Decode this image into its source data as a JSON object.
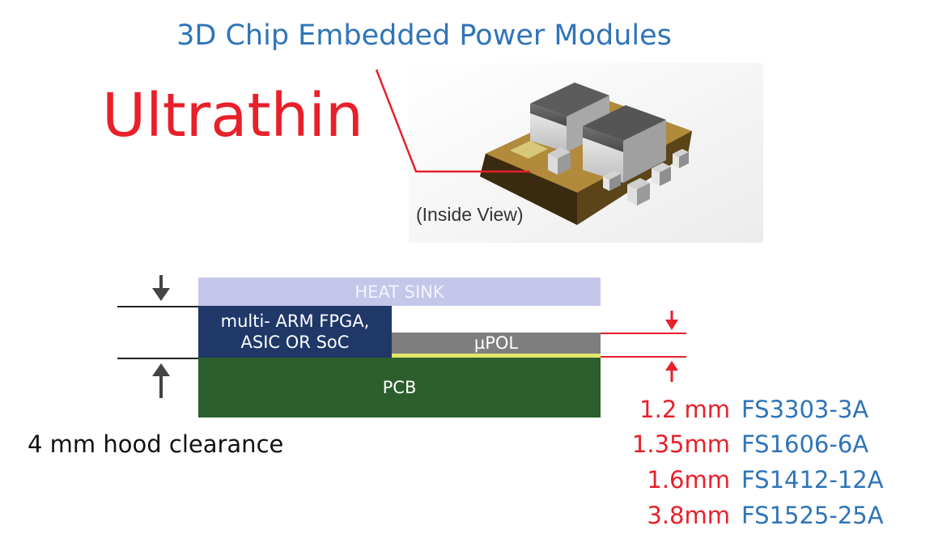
{
  "title": "3D Chip Embedded Power Modules",
  "headline": "Ultrathin",
  "photo": {
    "caption": "(Inside View)"
  },
  "stack": {
    "heat_sink": "HEAT SINK",
    "chip_line1": "multi- ARM FPGA,",
    "chip_line2": "ASIC OR SoC",
    "upol": "µPOL",
    "pcb": "PCB"
  },
  "clearance_label": "4 mm hood clearance",
  "parts": [
    {
      "thickness": "1.2 mm",
      "part": "FS3303-3A"
    },
    {
      "thickness": "1.35mm",
      "part": "FS1606-6A"
    },
    {
      "thickness": "1.6mm",
      "part": "FS1412-12A"
    },
    {
      "thickness": "3.8mm",
      "part": "FS1525-25A"
    }
  ],
  "colors": {
    "title": "#2f74b8",
    "headline": "#e8202a",
    "heat_sink": "#c4c6ea",
    "chip": "#1f3868",
    "upol": "#7e7e7e",
    "pcb": "#2c5e2e"
  }
}
